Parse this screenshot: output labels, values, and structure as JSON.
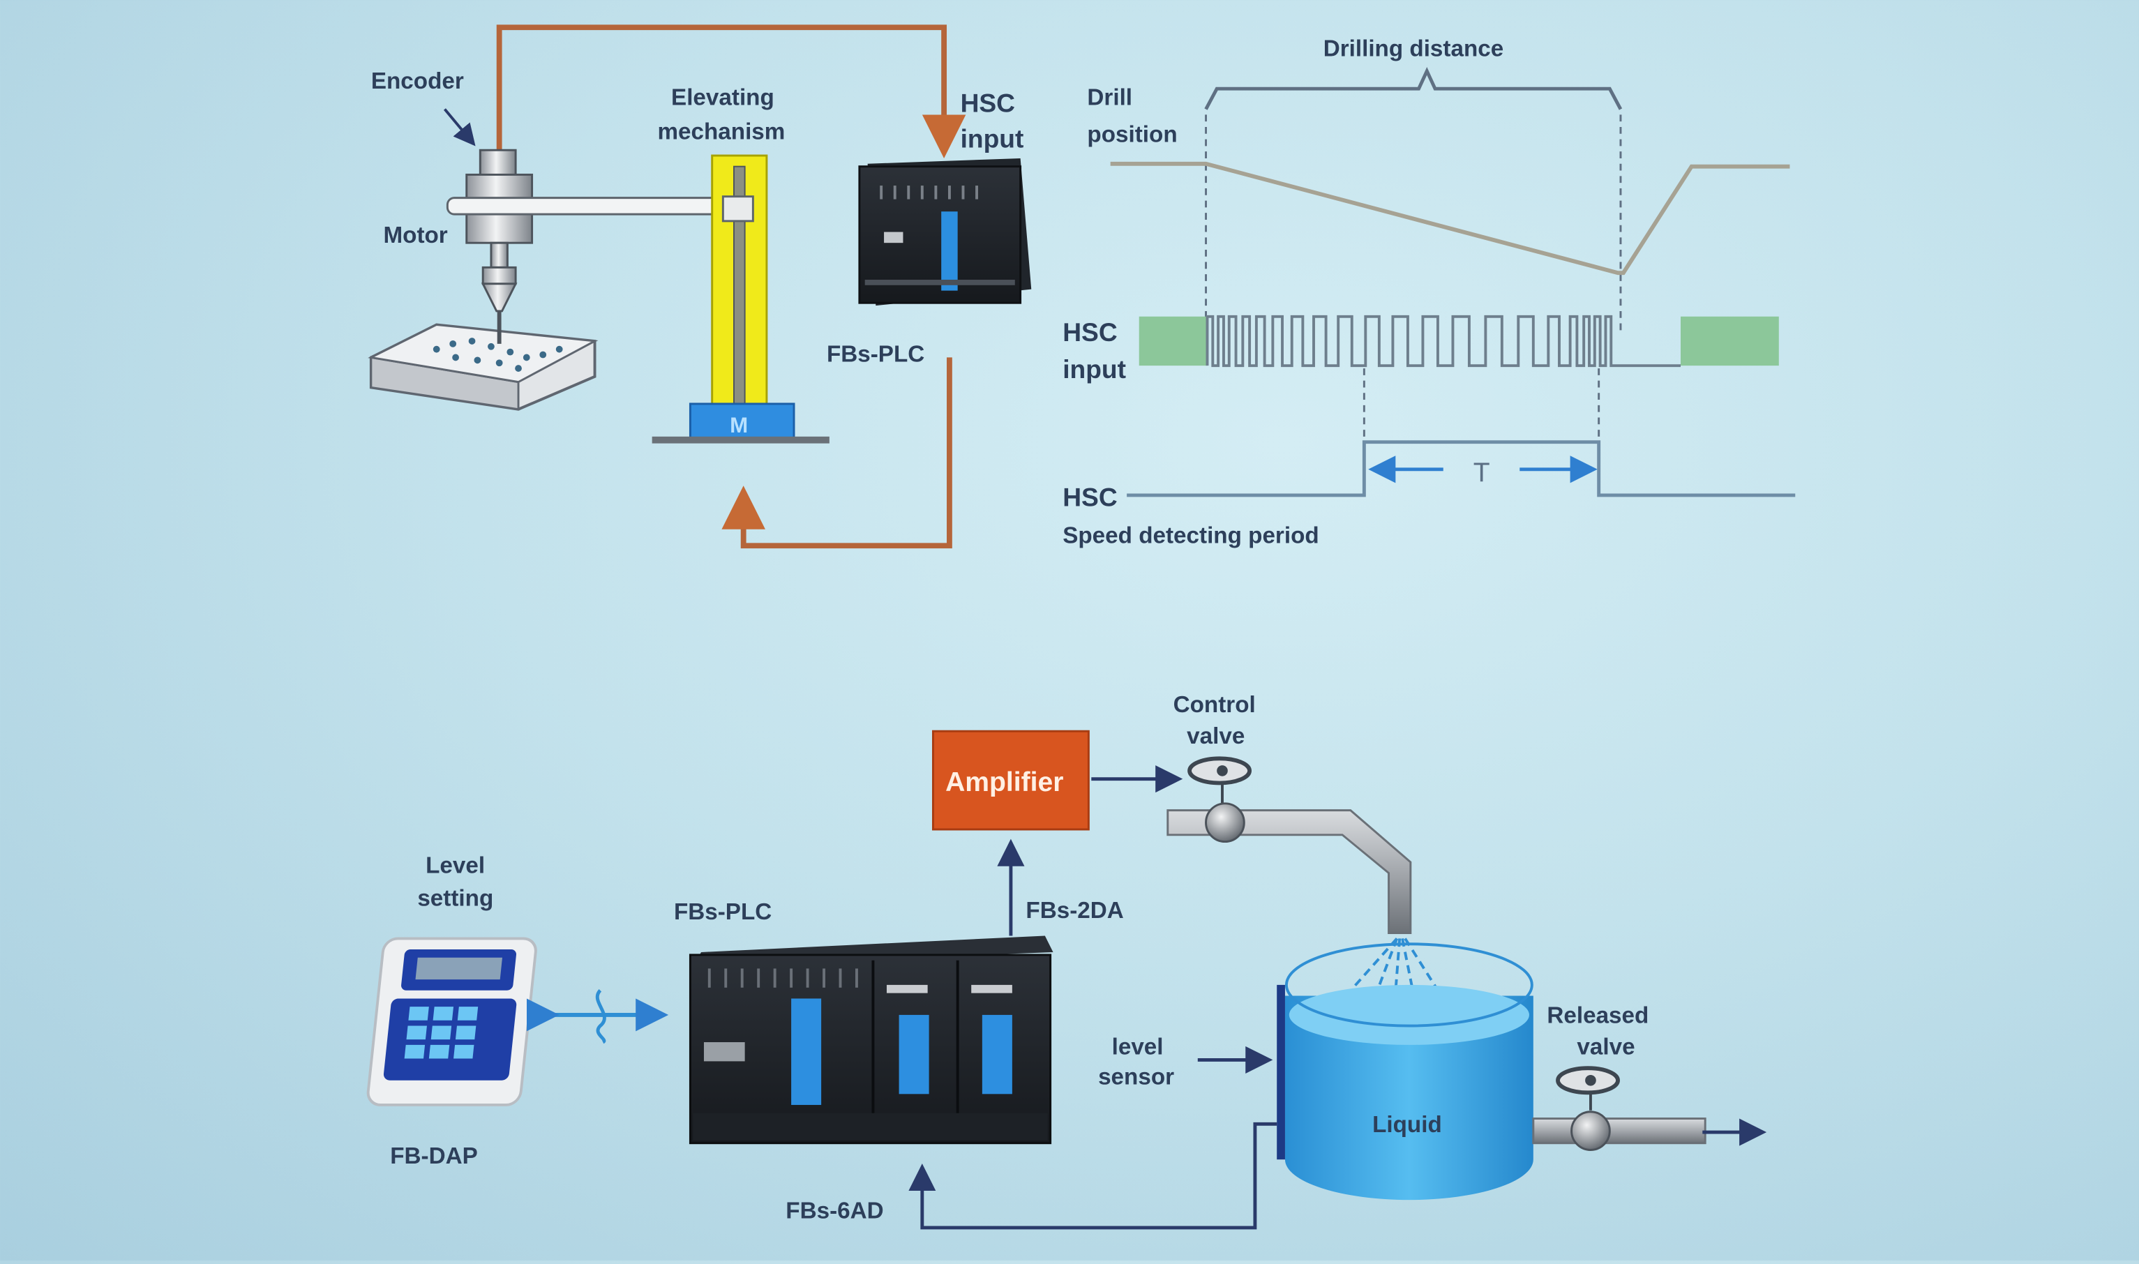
{
  "colors": {
    "background": "#c3e2ec",
    "label_text": "#2d3f5a",
    "feedback_wire": "#b5653a",
    "signal_wire": "#2a3a6a",
    "pulse_fill": "#8cc79a",
    "amplifier_fill": "#d8551f",
    "liquid": "#3fa9e6",
    "motor_block": "#2f8de0",
    "elevator_column": "#f0ea1a"
  },
  "top_left_diagram": {
    "encoder_label": "Encoder",
    "motor_label": "Motor",
    "elevating_label_line1": "Elevating",
    "elevating_label_line2": "mechanism",
    "motor_block_letter": "M",
    "hsc_input_line1": "HSC",
    "hsc_input_line2": "input",
    "plc_label": "FBs-PLC"
  },
  "timing_diagram": {
    "bracket_label": "Drilling distance",
    "drill_position_line1": "Drill",
    "drill_position_line2": "position",
    "hsc_input_line1": "HSC",
    "hsc_input_line2": "input",
    "hsc_period_line1": "HSC",
    "hsc_period_line2": "Speed detecting period",
    "period_symbol": "T"
  },
  "bottom_diagram": {
    "level_setting_line1": "Level",
    "level_setting_line2": "setting",
    "dap_label": "FB-DAP",
    "plc_label": "FBs-PLC",
    "amplifier_label": "Amplifier",
    "da_label": "FBs-2DA",
    "ad_label": "FBs-6AD",
    "control_valve_line1": "Control",
    "control_valve_line2": "valve",
    "level_sensor_line1": "level",
    "level_sensor_line2": "sensor",
    "liquid_label": "Liquid",
    "released_valve_line1": "Released",
    "released_valve_line2": "valve"
  }
}
